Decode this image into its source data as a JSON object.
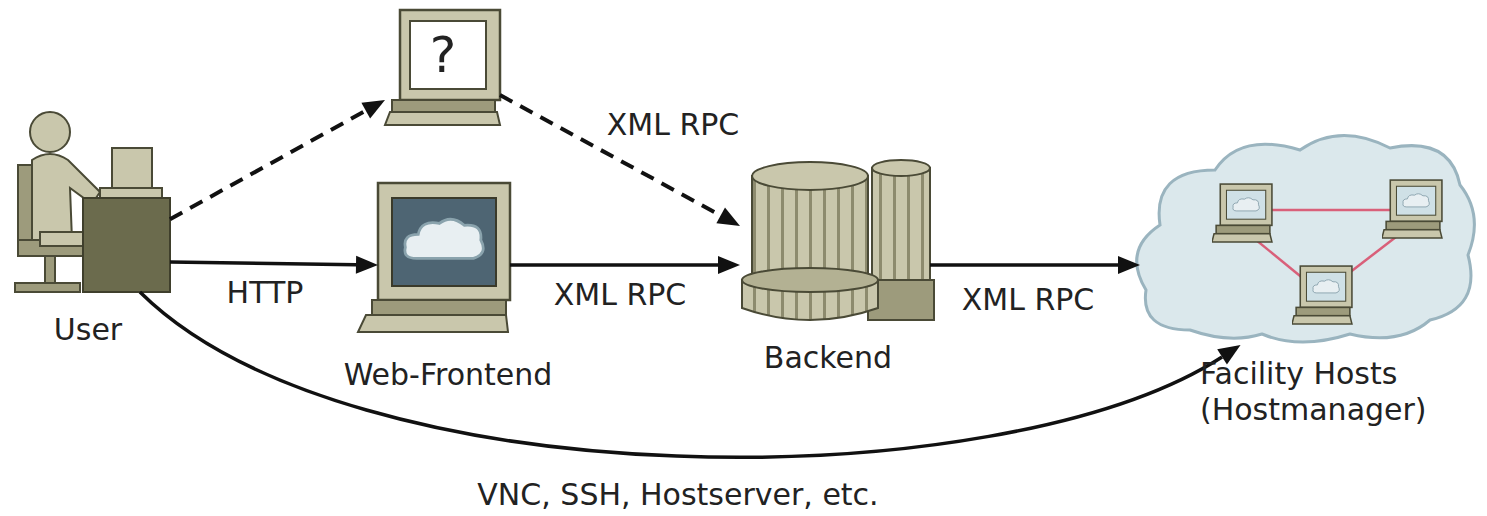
{
  "diagram": {
    "nodes": [
      {
        "text": [
          "User"
        ]
      },
      {
        "text": [
          "?"
        ]
      },
      {
        "text": [
          "Web-Frontend"
        ]
      },
      {
        "text": [
          "Backend"
        ]
      },
      {
        "text": [
          "Facility Hosts (Hostmanager)"
        ]
      }
    ],
    "edges": [
      {
        "from": 0,
        "to": 1,
        "arrow": "to"
      },
      {
        "from": 1,
        "to": 3,
        "label": "XML RPC",
        "arrow": "to"
      },
      {
        "from": 0,
        "to": 2,
        "label": "HTTP",
        "arrow": "to"
      },
      {
        "from": 2,
        "to": 3,
        "label": "XML RPC",
        "arrow": "to"
      },
      {
        "from": 3,
        "to": 4,
        "label": "XML RPC",
        "arrow": "to"
      },
      {
        "from": 0,
        "to": 4,
        "label": "VNC, SSH, Hostserver, etc.",
        "arrow": "to"
      }
    ]
  }
}
